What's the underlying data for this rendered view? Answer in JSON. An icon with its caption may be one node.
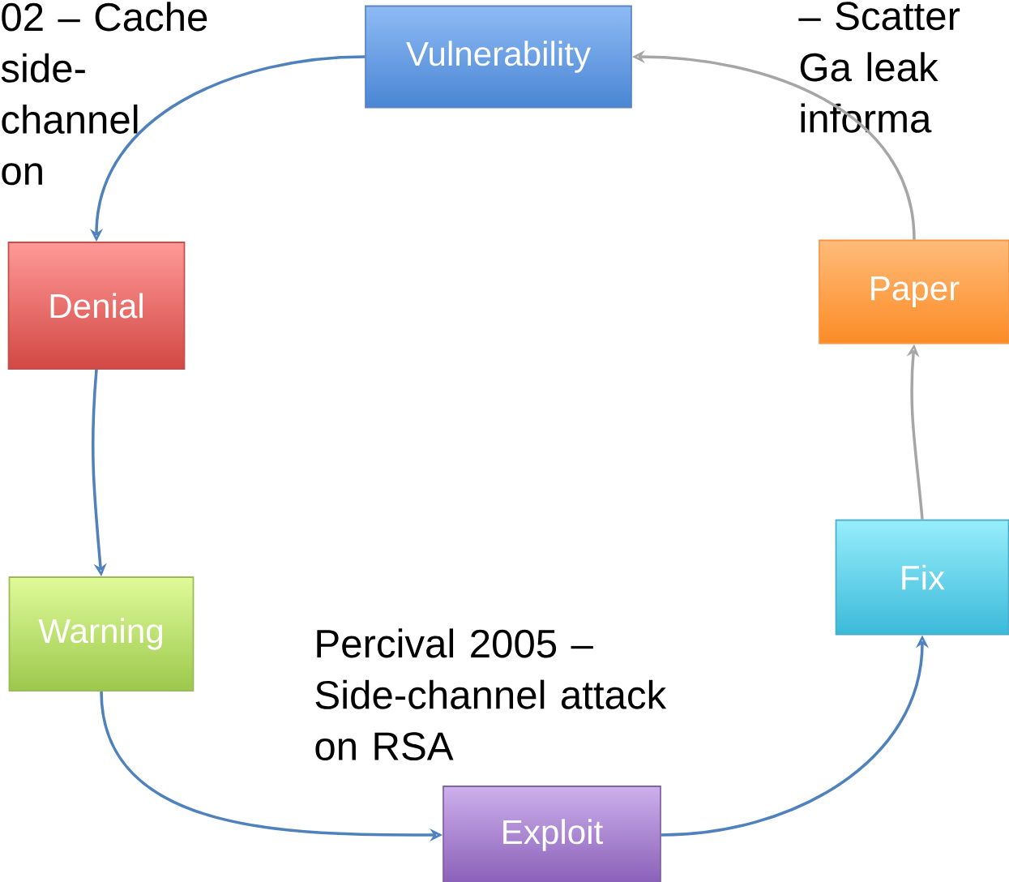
{
  "diagram": {
    "nodes": [
      {
        "text": [
          "Vulnerability"
        ]
      },
      {
        "text": [
          "Denial"
        ]
      },
      {
        "text": [
          "Warning"
        ]
      },
      {
        "text": [
          "Exploit"
        ],
        "beside": [
          "Percival 2005 – Side-channel attack on RSA"
        ]
      },
      {
        "text": [
          "Fix"
        ]
      },
      {
        "text": [
          "Paper"
        ]
      }
    ],
    "edges": [
      {
        "from": 0,
        "to": 1,
        "arrow": "to"
      },
      {
        "from": 1,
        "to": 2,
        "arrow": "to"
      },
      {
        "from": 2,
        "to": 3,
        "arrow": "to"
      },
      {
        "from": 3,
        "to": 4,
        "arrow": "to"
      },
      {
        "from": 4,
        "to": 5,
        "arrow": "to",
        "color": "#a6a6a6"
      },
      {
        "from": 5,
        "to": 0,
        "arrow": "to",
        "color": "#a6a6a6"
      }
    ],
    "labels": [
      "02 – Cache side-channel on",
      "– Scatter Ga leak informa"
    ]
  }
}
